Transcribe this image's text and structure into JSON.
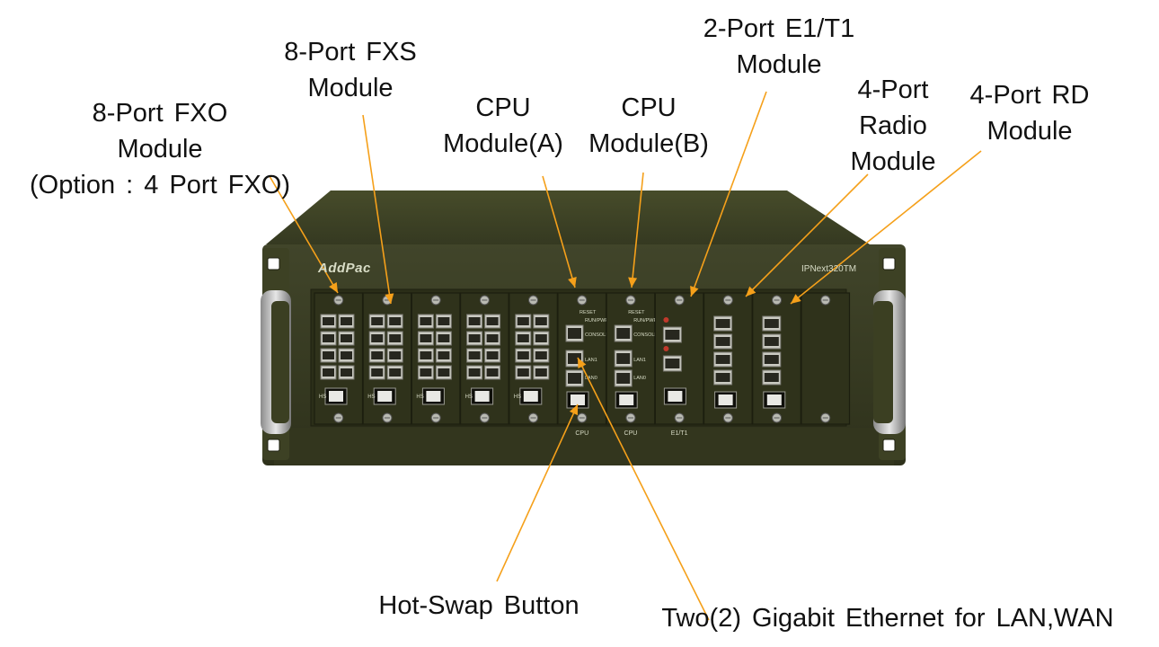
{
  "labels": {
    "fxo": [
      "8-Port FXO",
      "Module",
      "(Option : 4 Port FXO)"
    ],
    "fxs": [
      "8-Port FXS",
      "Module"
    ],
    "cpu_a": [
      "CPU",
      "Module(A)"
    ],
    "cpu_b": [
      "CPU",
      "Module(B)"
    ],
    "e1t1": [
      "2-Port E1/T1",
      "Module"
    ],
    "radio": [
      "4-Port",
      "Radio",
      "Module"
    ],
    "rd": [
      "4-Port RD",
      "Module"
    ],
    "hotswap": "Hot-Swap Button",
    "gigabit": "Two(2) Gigabit Ethernet for LAN,WAN"
  },
  "chassis": {
    "brand": "AddPac",
    "model": "IPNext320TM",
    "slot_labels": {
      "cpu_a": "CPU",
      "cpu_b": "CPU",
      "e1t1": "E1/T1",
      "reset": "RESET",
      "run_pwr": "RUN/PWR",
      "console": "CONSOLE",
      "lan0": "LAN0",
      "lan1": "LAN1",
      "hs": "HS"
    }
  },
  "colors": {
    "chassis": "#3b3f22",
    "chassis_dark": "#2c2f18",
    "chassis_light": "#4a4f2c",
    "panel": "#2f321b",
    "rj45_metal": "#c9c9c1",
    "leader_line": "#f5a01a"
  }
}
